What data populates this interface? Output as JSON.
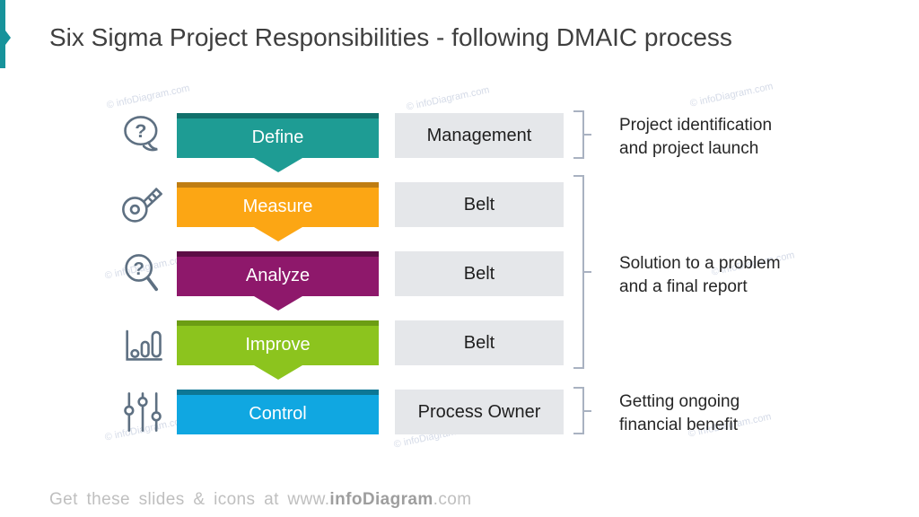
{
  "slide": {
    "title": "Six Sigma Project Responsibilities - following DMAIC process",
    "watermark": "© infoDiagram.com",
    "footer": {
      "prefix": "Get these slides & icons at www.",
      "brand": "infoDiagram",
      "suffix": ".com"
    },
    "accent": {
      "bookmark_color": "#17939B",
      "bracket_color": "#A9B2C1",
      "icon_color": "#5E7082",
      "role_box_color": "#E5E7EA"
    }
  },
  "rows": [
    {
      "step": "Define",
      "role": "Management",
      "icon": "speech-bubble-question-icon",
      "color": "#1E9C94",
      "top_color": "#11706B",
      "has_arrow": true
    },
    {
      "step": "Measure",
      "role": "Belt",
      "icon": "measuring-tape-icon",
      "color": "#FCA614",
      "top_color": "#BF7D12",
      "has_arrow": true
    },
    {
      "step": "Analyze",
      "role": "Belt",
      "icon": "magnifier-question-icon",
      "color": "#8E186B",
      "top_color": "#5C0D45",
      "has_arrow": true
    },
    {
      "step": "Improve",
      "role": "Belt",
      "icon": "bar-chart-icon",
      "color": "#8CC41E",
      "top_color": "#6C9D14",
      "has_arrow": true
    },
    {
      "step": "Control",
      "role": "Process Owner",
      "icon": "sliders-icon",
      "color": "#10A7E1",
      "top_color": "#0D7795",
      "has_arrow": false
    }
  ],
  "annotations": [
    {
      "lines": [
        "Project identification",
        "and project launch"
      ]
    },
    {
      "lines": [
        "Solution to a problem",
        "and a final report"
      ]
    },
    {
      "lines": [
        "Getting ongoing",
        "financial benefit"
      ]
    }
  ]
}
